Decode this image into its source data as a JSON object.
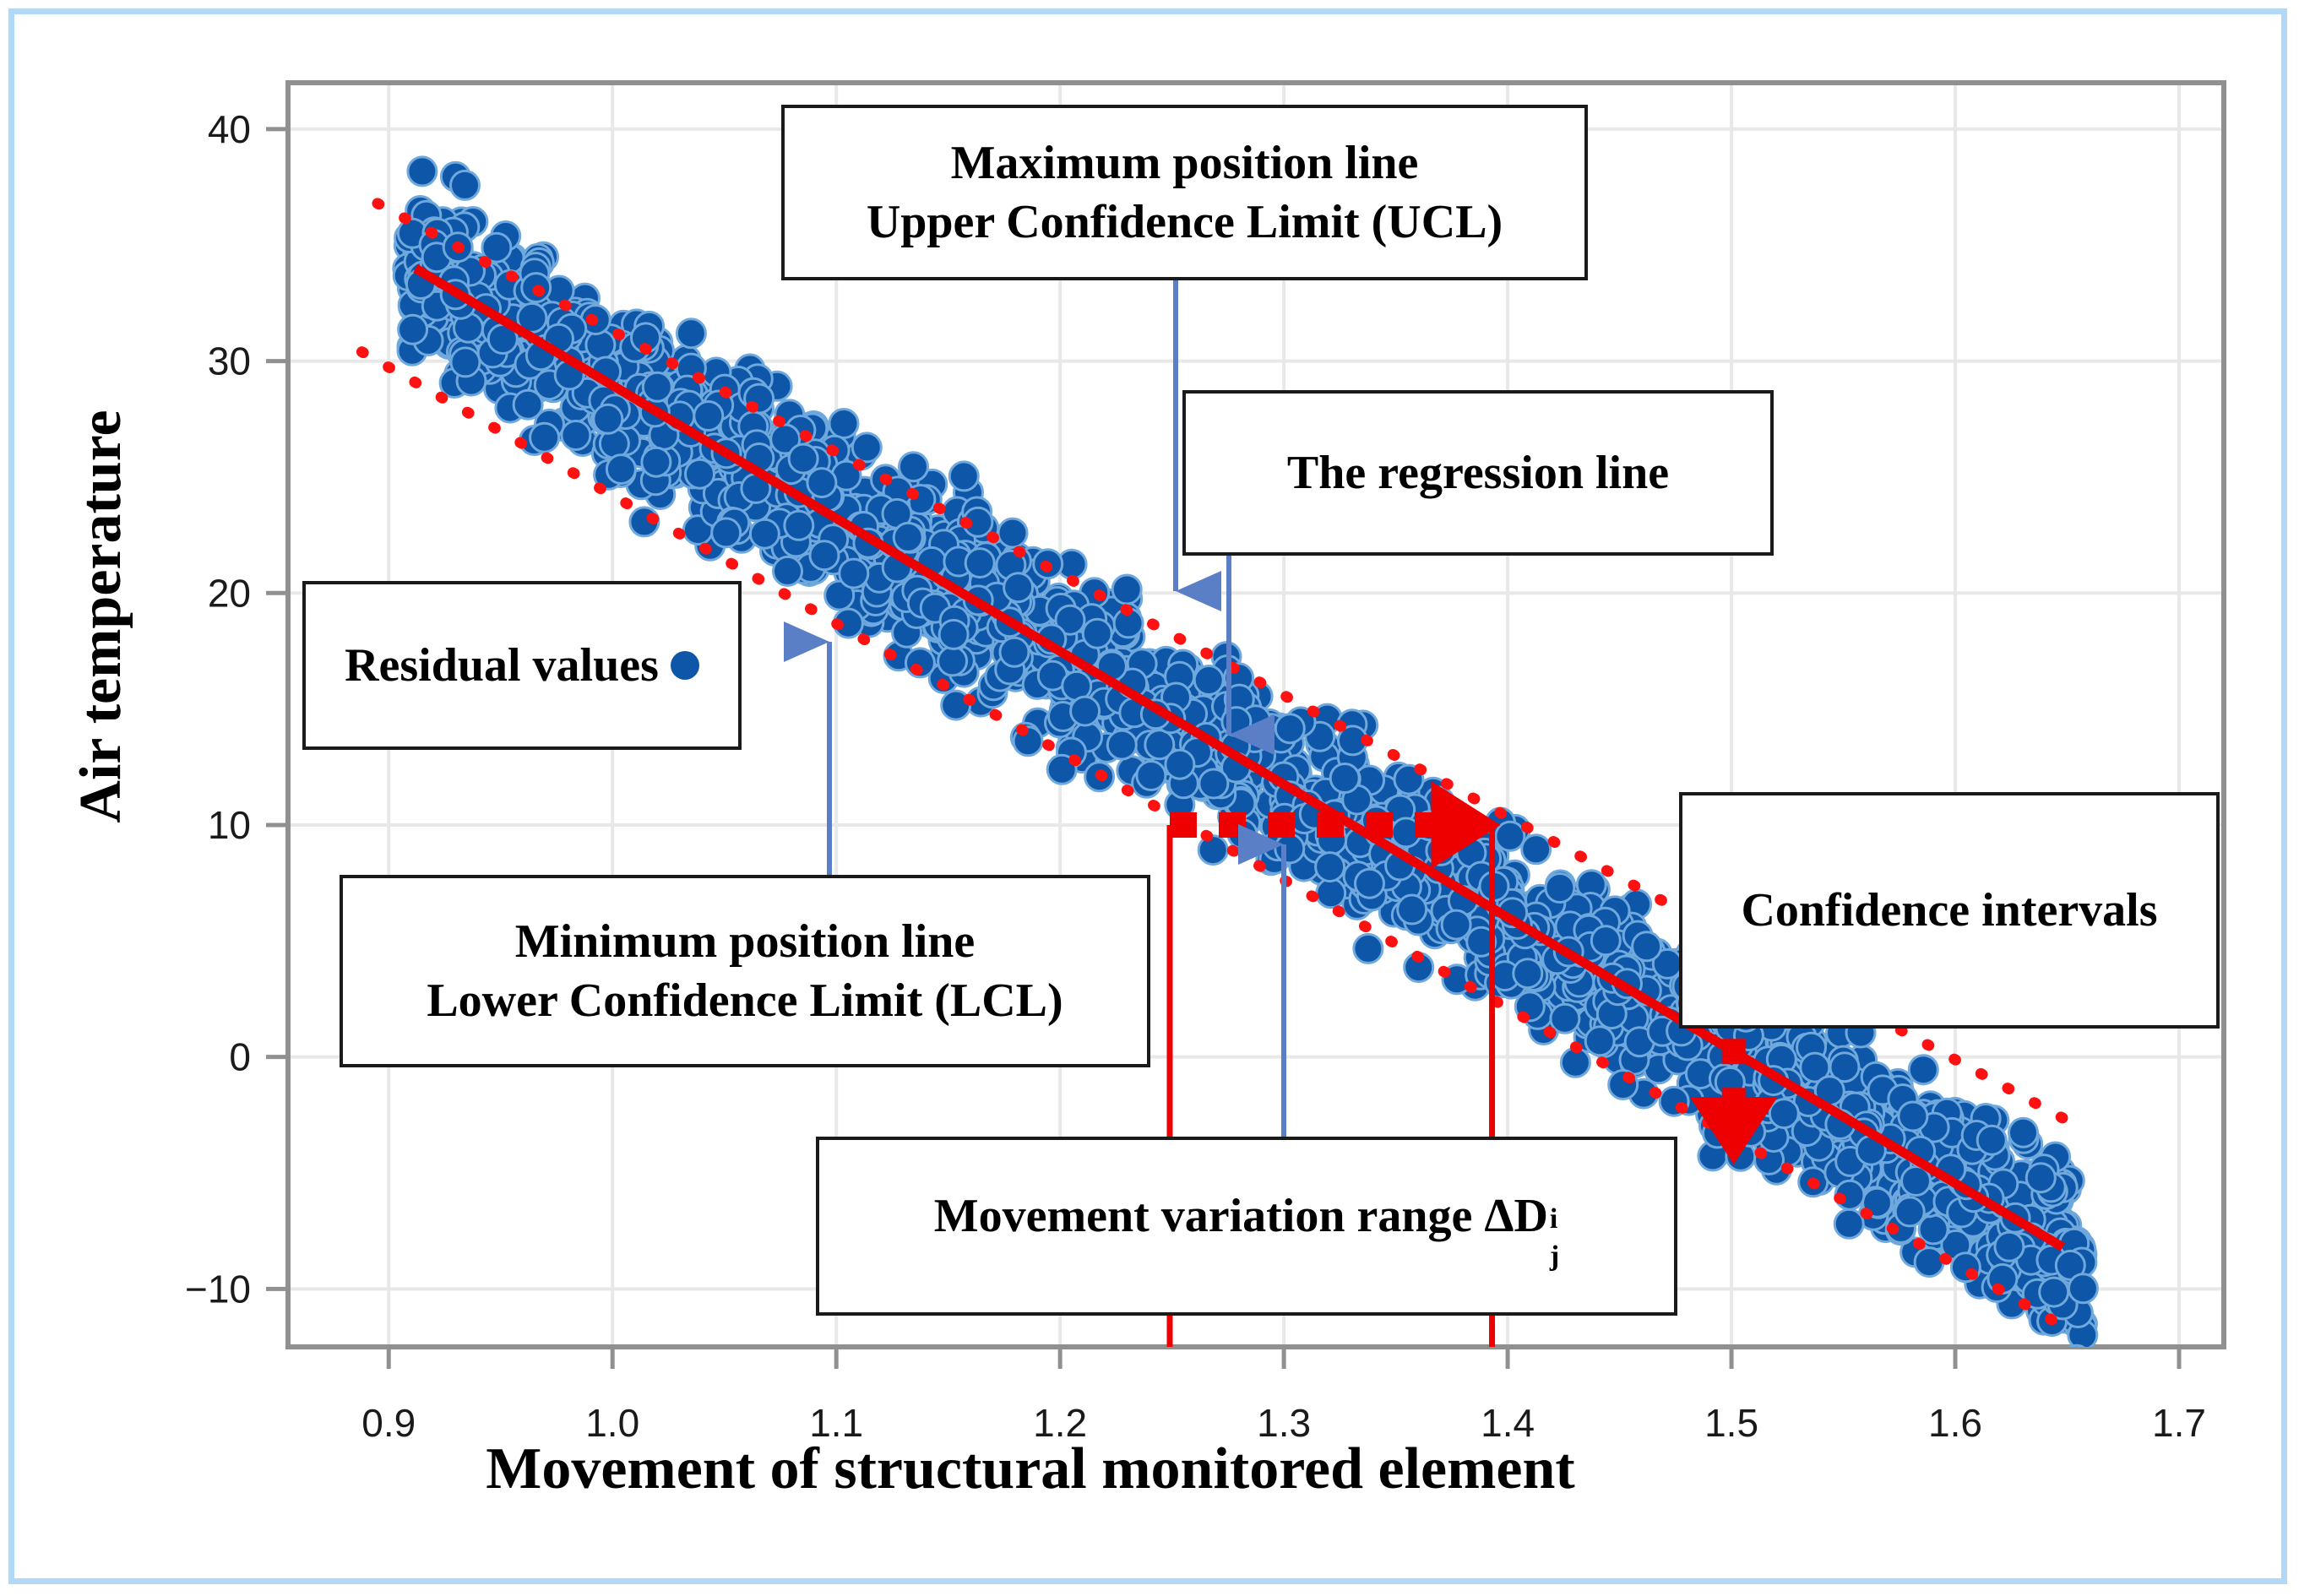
{
  "figure": {
    "border_color": "#b3d7f7",
    "background": "#ffffff"
  },
  "axes": {
    "x_title": "Movement of structural monitored element",
    "y_title": "Air temperature",
    "x_ticks": [
      "0.9",
      "1.0",
      "1.1",
      "1.2",
      "1.3",
      "1.4",
      "1.5",
      "1.6",
      "1.7"
    ],
    "y_ticks": [
      "40",
      "30",
      "20",
      "10",
      "0",
      "−10"
    ],
    "x_tick_values": [
      0.9,
      1.0,
      1.1,
      1.2,
      1.3,
      1.4,
      1.5,
      1.6,
      1.7
    ],
    "y_tick_values": [
      40,
      30,
      20,
      10,
      0,
      -10
    ],
    "frame_color": "#909090",
    "grid_color": "#e8e8e8"
  },
  "annotations": {
    "ucl": {
      "line1": "Maximum position line",
      "line2": "Upper Confidence Limit (UCL)"
    },
    "regression": {
      "line1": "The regression line"
    },
    "residual": {
      "line1": "Residual values",
      "marker_color": "#0d56a8"
    },
    "lcl": {
      "line1": "Minimum position line",
      "line2": "Lower Confidence Limit (LCL)"
    },
    "confidence": {
      "line1": "Confidence intervals"
    },
    "movement_range": {
      "text": "Movement variation range ΔD",
      "superscript": "i",
      "subscript": "j"
    }
  },
  "colors": {
    "scatter": "#0d56a8",
    "scatter_edge": "#6fa8dc",
    "regression_line": "#ee0000",
    "confidence_band": "#ff1111",
    "leader_line": "#5b7fc7",
    "marker_arrow": "#ee0000",
    "callout_border": "#1a1a1a"
  },
  "chart_data": {
    "type": "scatter",
    "title": "",
    "xlabel": "Movement of structural monitored element",
    "ylabel": "Air temperature",
    "xlim": [
      0.855,
      1.72
    ],
    "ylim": [
      -12.5,
      42
    ],
    "grid": true,
    "legend": "none",
    "n_points": 2400,
    "regression": {
      "name": "The regression line",
      "x": [
        0.912,
        1.648
      ],
      "y": [
        34.0,
        -8.2
      ],
      "slope": -57.34,
      "intercept": 86.29,
      "color": "#ee0000",
      "style": "solid"
    },
    "upper_confidence_limit": {
      "name": "Maximum position line / Upper Confidence Limit (UCL)",
      "x": [
        0.895,
        1.655
      ],
      "y": [
        36.8,
        -3.0
      ],
      "color": "#ff1111",
      "style": "dotted"
    },
    "lower_confidence_limit": {
      "name": "Minimum position line / Lower Confidence Limit (LCL)",
      "x": [
        0.888,
        1.648
      ],
      "y": [
        30.4,
        -11.6
      ],
      "color": "#ff1111",
      "style": "dotted"
    },
    "scatter_cloud": {
      "name": "Residual values",
      "color": "#0d56a8",
      "x_range": [
        0.908,
        1.658
      ],
      "y_center_at_xmin": 34.0,
      "y_center_at_xmax": -8.2,
      "band_half_width": 3.0
    },
    "movement_variation_marker": {
      "name": "Movement variation range ΔD(i,j)",
      "vertical_line_1_x": 1.249,
      "vertical_line_2_x": 1.393,
      "horizontal_arrow_y": 10.0,
      "horizontal_arrow_x": [
        1.249,
        1.393
      ],
      "vertical_arrow_x": 1.501,
      "vertical_arrow_y": [
        5.0,
        -4.2
      ],
      "color": "#ee0000"
    }
  }
}
